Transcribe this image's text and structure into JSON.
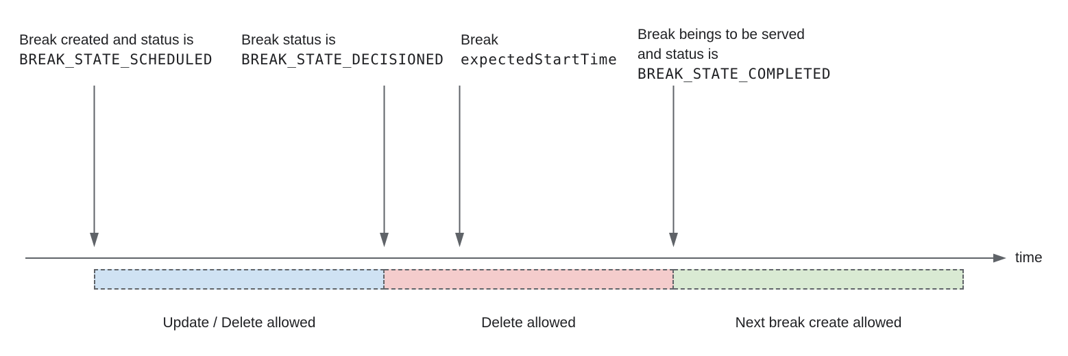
{
  "colors": {
    "line": "#5f6368",
    "text": "#202124",
    "segment_update_delete": "#cfe2f3",
    "segment_delete": "#f4cccc",
    "segment_next_break": "#d9ead3"
  },
  "axis": {
    "label": "time"
  },
  "annotations": [
    {
      "text": "Break created and status is",
      "code": "BREAK_STATE_SCHEDULED"
    },
    {
      "text": "Break status is",
      "code": "BREAK_STATE_DECISIONED"
    },
    {
      "text": "Break",
      "code": "expectedStartTime"
    },
    {
      "text": "Break beings to be served",
      "text2": "and status is",
      "code": "BREAK_STATE_COMPLETED"
    }
  ],
  "segments": [
    {
      "label": "Update / Delete allowed",
      "color": "#cfe2f3"
    },
    {
      "label": "Delete allowed",
      "color": "#f4cccc"
    },
    {
      "label": "Next break create allowed",
      "color": "#d9ead3"
    }
  ]
}
